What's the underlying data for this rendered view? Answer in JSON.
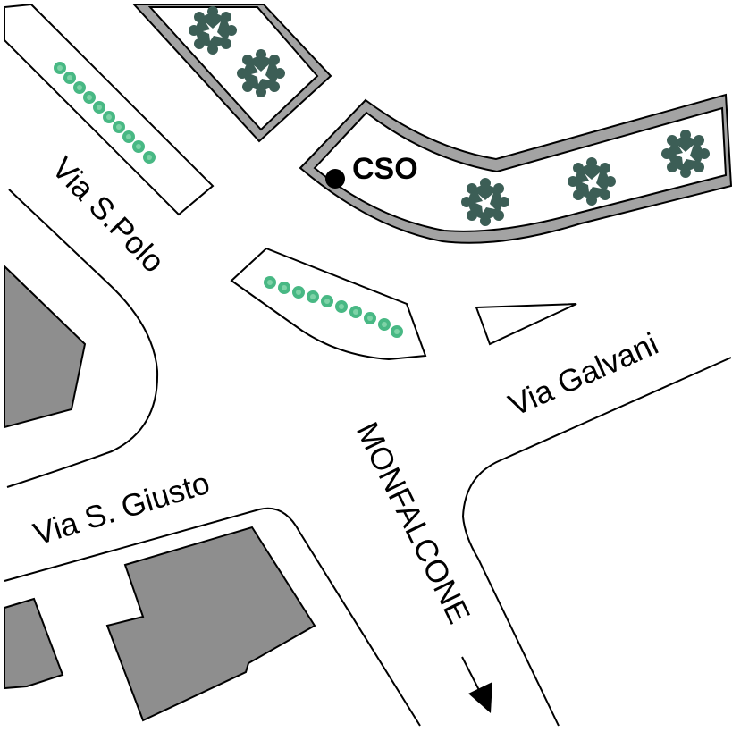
{
  "labels": {
    "via_s_polo": "Via S.Polo",
    "via_galvani": "Via Galvani",
    "via_s_giusto": "Via S. Giusto",
    "monfalcone": "MONFALCONE",
    "cso": "CSO"
  },
  "colors": {
    "building": "#8e8e8e",
    "kerb": "#a3a3a3",
    "hedge": "#48b884",
    "tree": "#3c5e56"
  },
  "icons": {
    "tree": "tree-icon",
    "hedge": "hedge-icon",
    "marker": "station-dot-icon",
    "direction": "direction-arrow-icon"
  }
}
